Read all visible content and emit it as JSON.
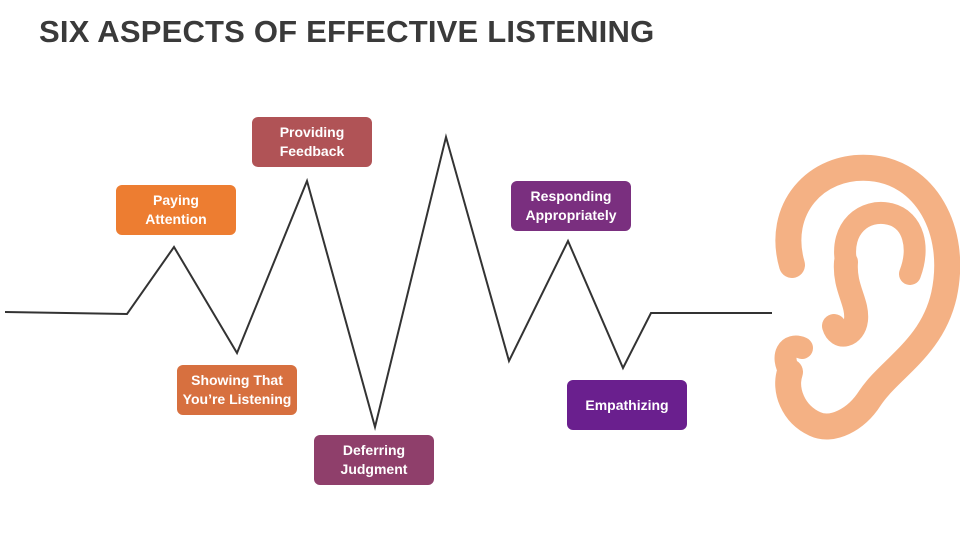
{
  "title": "SIX ASPECTS OF EFFECTIVE LISTENING",
  "aspects": [
    {
      "line1": "Paying",
      "line2": "Attention",
      "color": "#ed7d31"
    },
    {
      "line1": "Showing That",
      "line2": "You’re Listening",
      "color": "#d7703f"
    },
    {
      "line1": "Providing",
      "line2": "Feedback",
      "color": "#b05356"
    },
    {
      "line1": "Deferring",
      "line2": "Judgment",
      "color": "#8f3f6b"
    },
    {
      "line1": "Responding",
      "line2": "Appropriately",
      "color": "#7a2f7f"
    },
    {
      "line1": "Empathizing",
      "line2": "",
      "color": "#6a1f8e"
    }
  ],
  "colors": {
    "title": "#3a3a3a",
    "line": "#333333",
    "ear": "#f4b184"
  },
  "icons": [
    "ear-icon"
  ]
}
